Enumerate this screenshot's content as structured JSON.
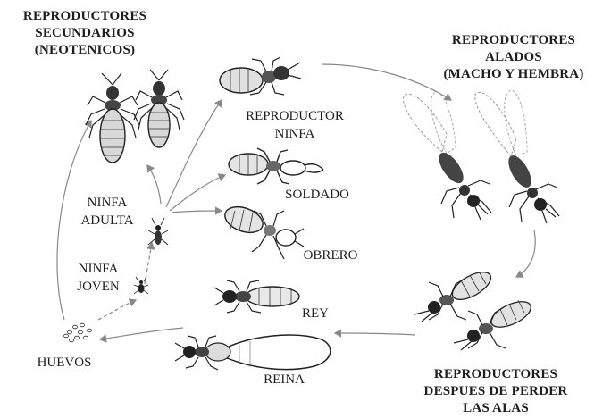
{
  "labels": {
    "secondary_reproducers": "REPRODUCTORES\nSECUNDARIOS\n(NEOTENICOS)",
    "winged_reproducers": "REPRODUCTORES\nALADOS\n(MACHO Y HEMBRA)",
    "dealate_reproducers": "REPRODUCTORES\nDESPUES DE PERDER\nLAS ALAS",
    "reproductive_nymph": "REPRODUCTOR\nNINFA",
    "soldier": "SOLDADO",
    "worker": "OBRERO",
    "king": "REY",
    "queen": "REINA",
    "eggs": "HUEVOS",
    "adult_nymph": "NINFA\nADULTA",
    "young_nymph": "NINFA\nJOVEN"
  },
  "colors": {
    "ink": "#1e1e1e",
    "arrow": "#888888",
    "background": "#ffffff"
  }
}
